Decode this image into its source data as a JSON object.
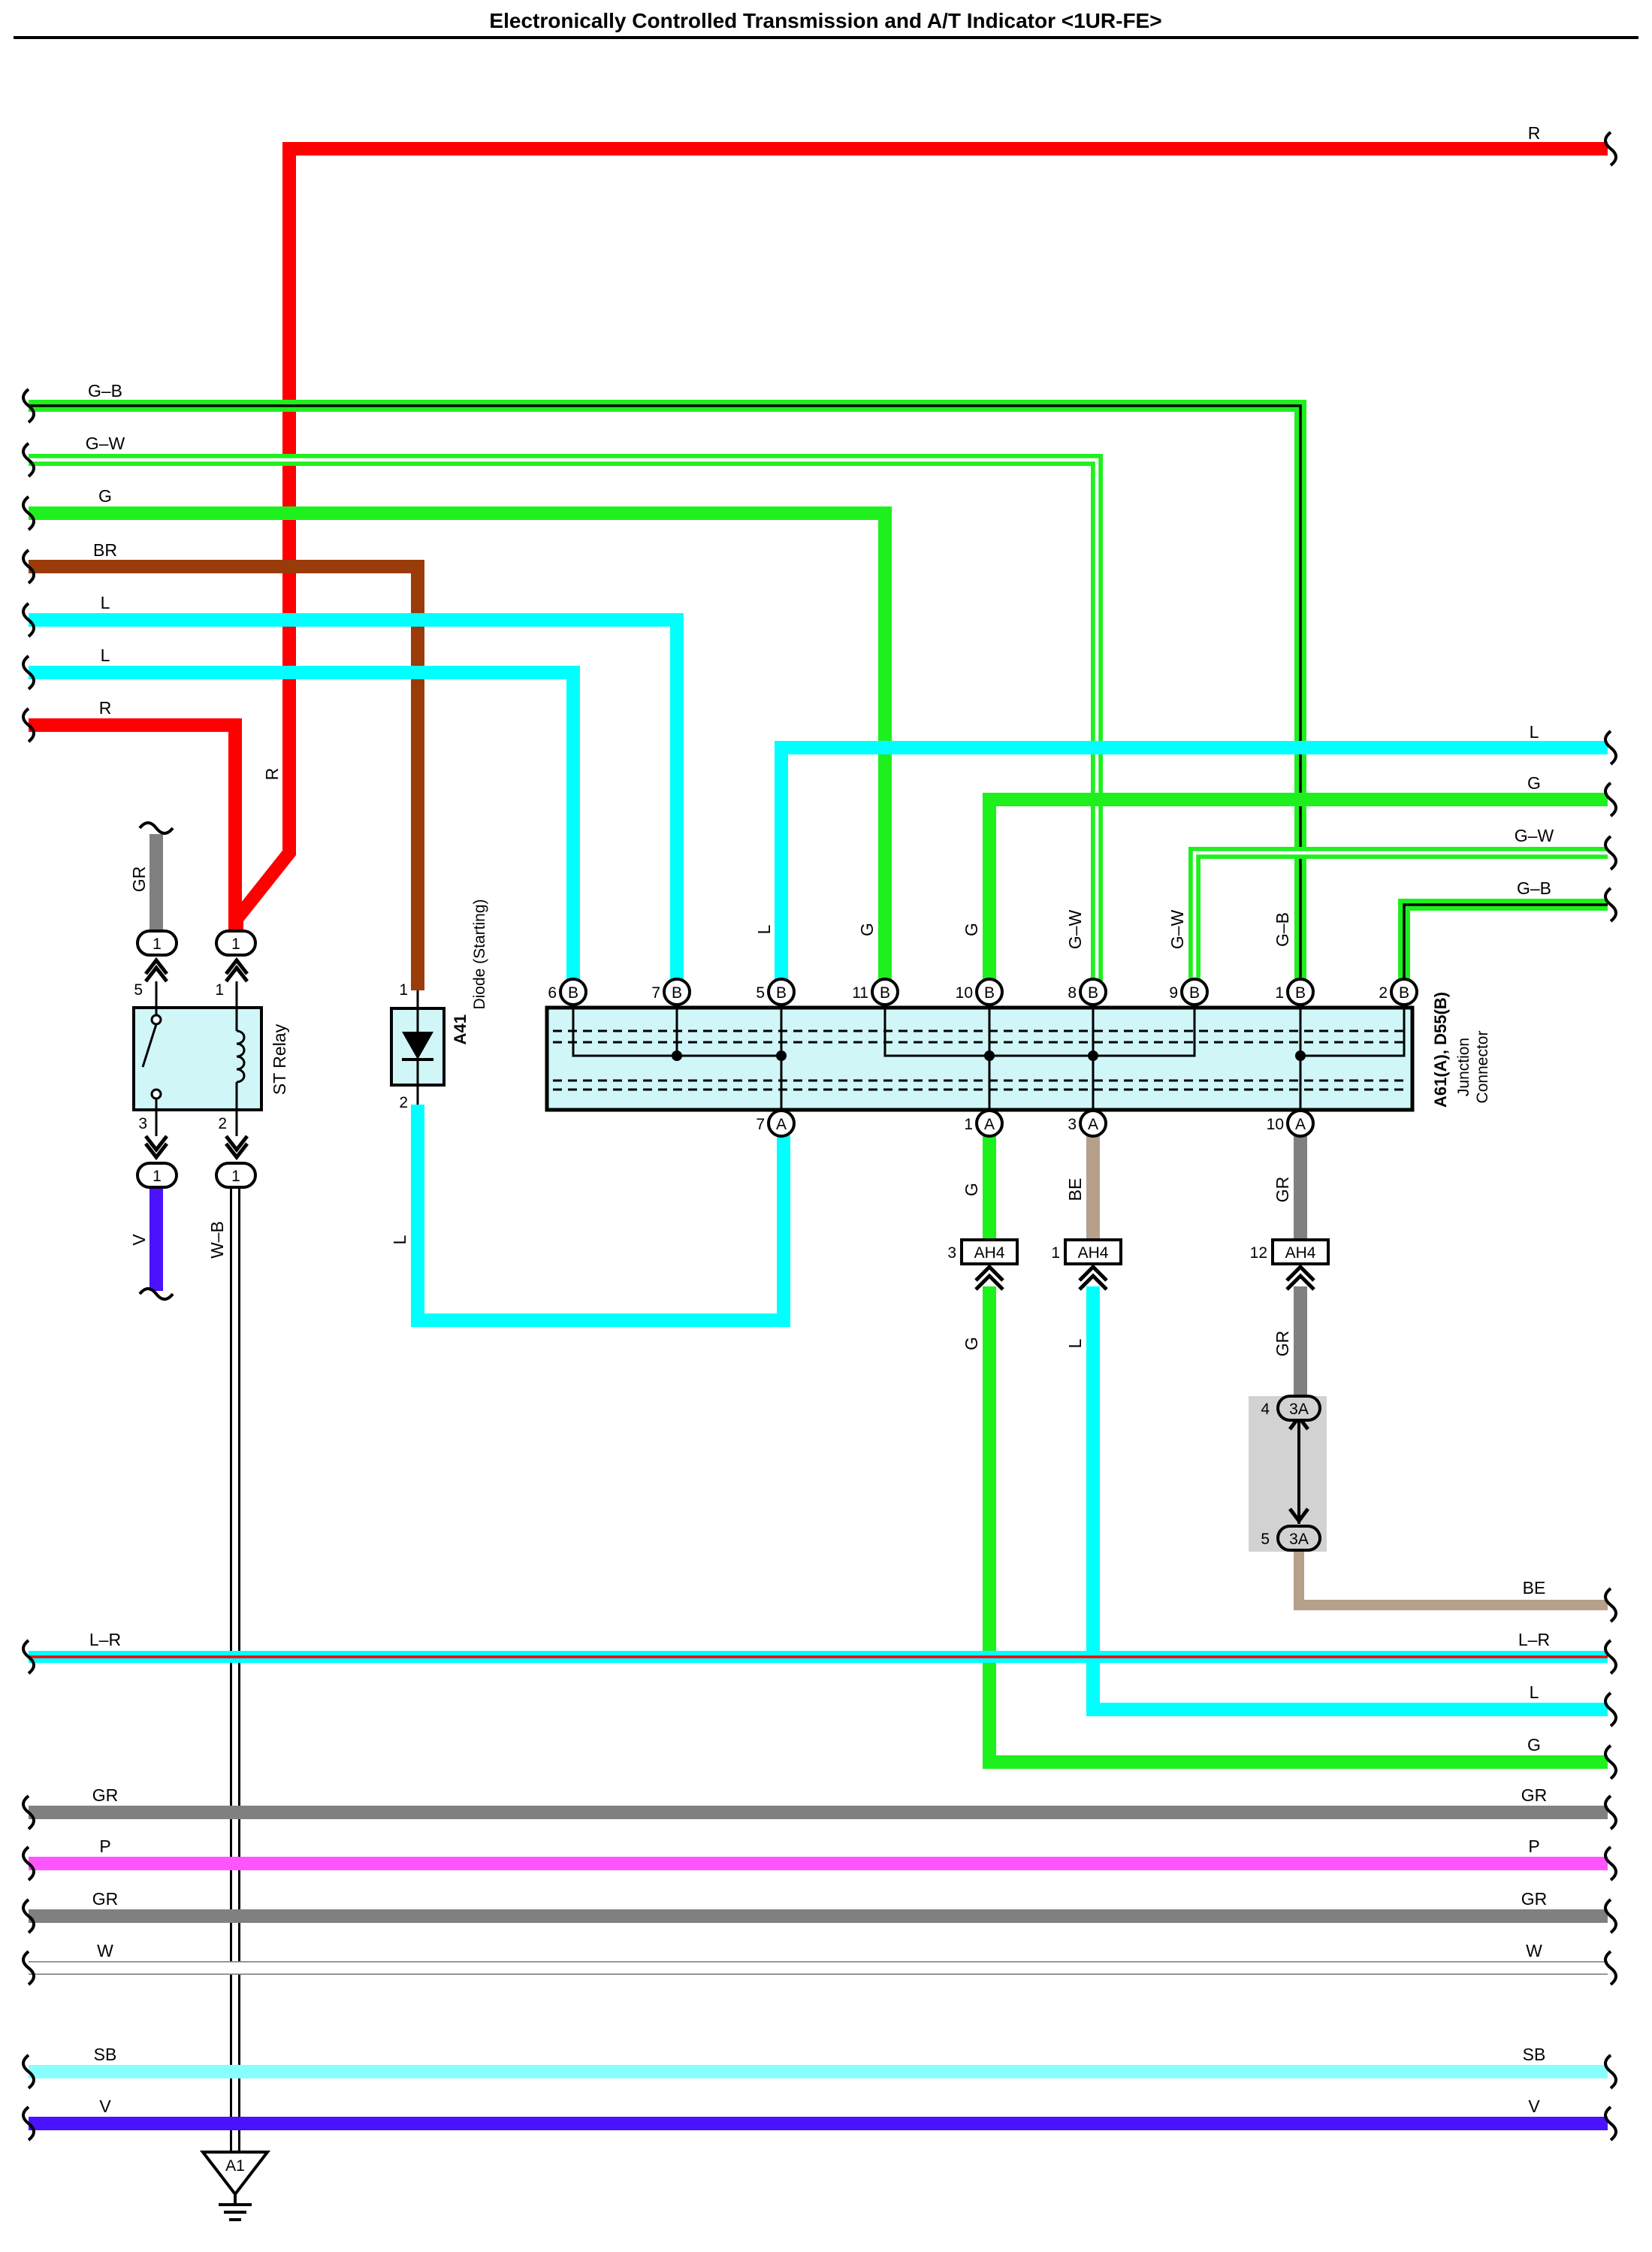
{
  "title": "Electronically Controlled Transmission and A/T Indicator <1UR-FE>",
  "colors": {
    "R": "#ff0000",
    "G": "#1ef01e",
    "L": "#00ffff",
    "BR": "#9a3c0a",
    "GR": "#808080",
    "P": "#ff55ff",
    "SB": "#88ffff",
    "V": "#4a12ff",
    "BE": "#b6a08a",
    "W": "#ffffff",
    "B": "#000000",
    "box_fill": "#d0f6f8"
  },
  "wire_labels": {
    "top_r": "R",
    "left_gb": "G–B",
    "left_gw": "G–W",
    "left_g": "G",
    "left_br": "BR",
    "left_l1": "L",
    "left_l2": "L",
    "left_r": "R",
    "right_l": "L",
    "right_g": "G",
    "right_gw": "G–W",
    "right_gb": "G–B",
    "vert_r": "R",
    "gr_top": "GR",
    "v_bottom": "V",
    "wb": "W–B",
    "diode_l": "L",
    "pin5b_l": "L",
    "pin11b_g": "G",
    "pin10b_g": "G",
    "pin8b_gw": "G–W",
    "pin9b_gw": "G–W",
    "pin1b_gb": "G–B",
    "a1_g": "G",
    "a3_be": "BE",
    "a10_gr": "GR",
    "ah4_g": "G",
    "ah4_l": "L",
    "ah4_gr": "GR",
    "right_be": "BE",
    "right_lr": "L–R",
    "right_l2": "L",
    "right_g2": "G",
    "bus_lr_left": "L–R",
    "bus_gr1_left": "GR",
    "bus_gr1_right": "GR",
    "bus_p_left": "P",
    "bus_p_right": "P",
    "bus_gr2_left": "GR",
    "bus_gr2_right": "GR",
    "bus_w_left": "W",
    "bus_w_right": "W",
    "bus_sb_left": "SB",
    "bus_sb_right": "SB",
    "bus_v_left": "V",
    "bus_v_right": "V"
  },
  "st_relay": {
    "name": "ST Relay",
    "pins": [
      "5",
      "1",
      "3",
      "2"
    ],
    "connector_label": "1"
  },
  "diode": {
    "code": "A41",
    "name": "Diode (Starting)",
    "pins": [
      "1",
      "2"
    ]
  },
  "junction_connector": {
    "code": "A61(A), D55(B)",
    "name_line1": "Junction",
    "name_line2": "Connector",
    "top_pins": [
      {
        "num": "6",
        "conn": "B"
      },
      {
        "num": "7",
        "conn": "B"
      },
      {
        "num": "5",
        "conn": "B"
      },
      {
        "num": "11",
        "conn": "B"
      },
      {
        "num": "10",
        "conn": "B"
      },
      {
        "num": "8",
        "conn": "B"
      },
      {
        "num": "9",
        "conn": "B"
      },
      {
        "num": "1",
        "conn": "B"
      },
      {
        "num": "2",
        "conn": "B"
      }
    ],
    "bottom_pins": [
      {
        "num": "7",
        "conn": "A"
      },
      {
        "num": "1",
        "conn": "A"
      },
      {
        "num": "3",
        "conn": "A"
      },
      {
        "num": "10",
        "conn": "A"
      }
    ]
  },
  "ah4": [
    {
      "pin": "3",
      "code": "AH4"
    },
    {
      "pin": "1",
      "code": "AH4"
    },
    {
      "pin": "12",
      "code": "AH4"
    }
  ],
  "connector_3a": [
    {
      "pin": "4",
      "code": "3A"
    },
    {
      "pin": "5",
      "code": "3A"
    }
  ],
  "ground": {
    "code": "A1"
  }
}
